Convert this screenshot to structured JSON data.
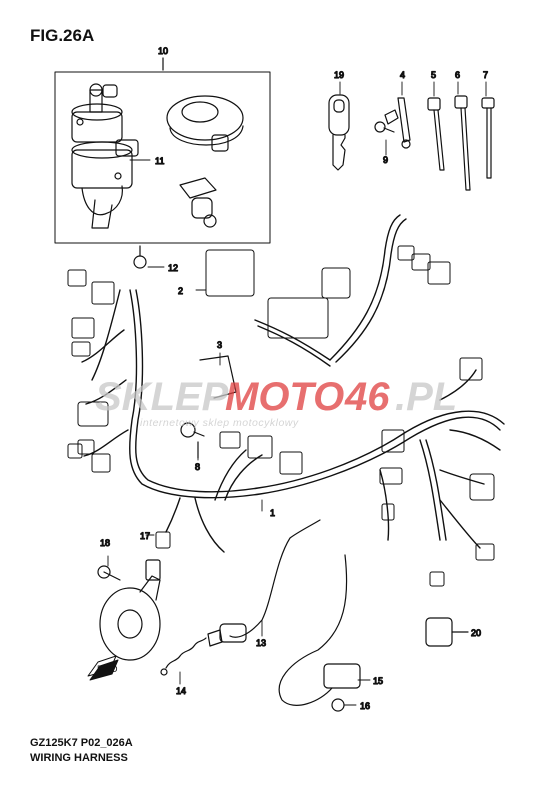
{
  "figure": {
    "title": "FIG.26A"
  },
  "footer": {
    "code": "GZ125K7 P02_026A",
    "name": "WIRING HARNESS"
  },
  "watermark": {
    "part1": "SKLEP",
    "part2": "MOTO",
    "part3": "46",
    "part4": ".PL",
    "tagline": "internetowy sklep motocyklowy",
    "colors": {
      "grey": "#c7c7c7",
      "red": "#e04040"
    }
  },
  "callouts": {
    "c1": "1",
    "c2": "2",
    "c3": "3",
    "c4": "4",
    "c5": "5",
    "c6": "6",
    "c7": "7",
    "c8": "8",
    "c9": "9",
    "c10": "10",
    "c11": "11",
    "c12": "12",
    "c13": "13",
    "c14": "14",
    "c15": "15",
    "c16": "16",
    "c17": "17",
    "c18": "18",
    "c19": "19",
    "c20": "20"
  },
  "front_arrow": {
    "label": "FWD"
  }
}
